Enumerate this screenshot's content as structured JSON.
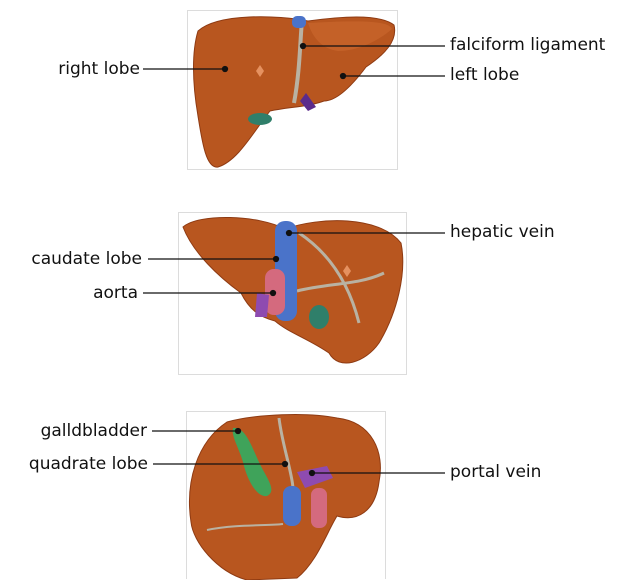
{
  "colors": {
    "liver": "#b8561f",
    "liver_dark": "#8e3a12",
    "liver_light": "#d77a3f",
    "ligament": "#b9b2a2",
    "vein_blue": "#4a73c9",
    "aorta_pink": "#d46a7e",
    "portal_purple": "#8e4bb0",
    "gallbladder_green": "#3fa35a",
    "duct_teal": "#2f7f6a",
    "leader": "#111111"
  },
  "labels": {
    "right_lobe": "right lobe",
    "falciform_ligament": "falciform ligament",
    "left_lobe": "left lobe",
    "hepatic_vein": "hepatic vein",
    "caudate_lobe": "caudate lobe",
    "aorta": "aorta",
    "gallbladder": "galldbladder",
    "quadrate_lobe": "quadrate lobe",
    "portal_vein": "portal vein"
  }
}
